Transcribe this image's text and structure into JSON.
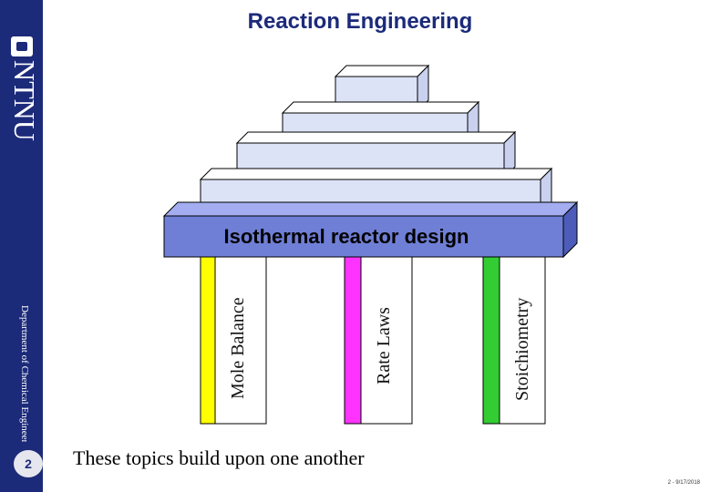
{
  "title": "Reaction Engineering",
  "logo_text": "NTNU",
  "department": "Department of Chemical Engineering",
  "page_number": "2",
  "base_label": "Isothermal reactor design",
  "pillars": [
    {
      "label": "Mole Balance",
      "color": "#ffff00"
    },
    {
      "label": "Rate Laws",
      "color": "#ff33ff"
    },
    {
      "label": "Stoichiometry",
      "color": "#33cc33"
    }
  ],
  "slab_color": "#6f7fd6",
  "level_color": "#dde3f7",
  "caption": "These topics build upon one another",
  "footer": "2 - 9/17/2018"
}
